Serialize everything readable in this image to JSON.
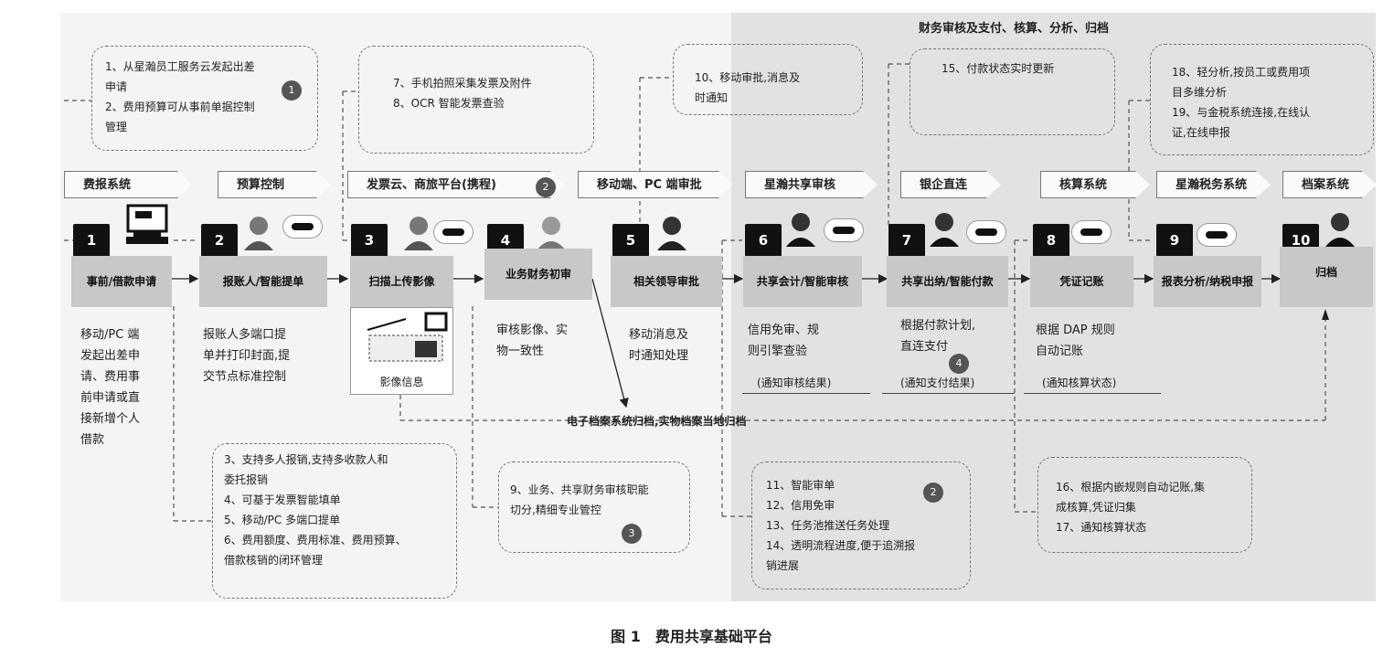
{
  "top_title": "财务审核及支付、核算、分析、归档",
  "headers": [
    "费报系统",
    "预算控制",
    "发票云、商旅平台(携程)",
    "移动端、PC 端审批",
    "星瀚共享审核",
    "银企直连",
    "核算系统",
    "星瀚税务系统",
    "档案系统"
  ],
  "steps": [
    {
      "num": "1",
      "label": "事前/借款申请"
    },
    {
      "num": "2",
      "label": "报账人/智能提单"
    },
    {
      "num": "3",
      "label": "扫描上传影像"
    },
    {
      "num": "4",
      "label": "业务财务初审"
    },
    {
      "num": "5",
      "label": "相关领导审批"
    },
    {
      "num": "6",
      "label": "共享会计/智能审核"
    },
    {
      "num": "7",
      "label": "共享出纳/智能付款"
    },
    {
      "num": "8",
      "label": "凭证记账"
    },
    {
      "num": "9",
      "label": "报表分析/纳税申报"
    },
    {
      "num": "10",
      "label": "归档"
    }
  ],
  "descriptions": {
    "d1": [
      "移动/PC 端",
      "发起出差申",
      "请、费用事",
      "前申请或直",
      "接新增个人",
      "借款"
    ],
    "d2": [
      "报账人多端口提",
      "单并打印封面,提",
      "交节点标准控制"
    ],
    "d4": [
      "审核影像、实",
      "物一致性"
    ],
    "d5": [
      "移动消息及",
      "时通知处理"
    ],
    "d6": [
      "信用免审、规",
      "则引擎查验"
    ],
    "d7": [
      "根据付款计划,",
      "直连支付"
    ],
    "d8": [
      "根据 DAP 规则",
      "自动记账"
    ]
  },
  "image_info": "影像信息",
  "notifications": [
    "(通知审核结果)",
    "(通知支付结果)",
    "(通知核算状态)"
  ],
  "notes": {
    "n1": [
      "1、从星瀚员工服务云发起出差",
      "申请",
      "2、费用预算可从事前单据控制",
      "管理"
    ],
    "n7": [
      "7、手机拍照采集发票及附件",
      "8、OCR 智能发票查验"
    ],
    "n10": [
      "10、移动审批,消息及",
      "时通知"
    ],
    "n15": [
      "15、付款状态实时更新"
    ],
    "n18": [
      "18、轻分析,按员工或费用项",
      "目多维分析",
      "19、与金税系统连接,在线认",
      "证,在线申报"
    ],
    "n3": [
      "3、支持多人报销,支持多收款人和",
      "委托报销",
      "4、可基于发票智能填单",
      "5、移动/PC 多端口提单",
      "6、费用额度、费用标准、费用预算、",
      "借款核销的闭环管理"
    ],
    "n9": [
      "9、业务、共享财务审核职能",
      "切分,精细专业管控"
    ],
    "n11": [
      "11、智能审单",
      "12、信用免审",
      "13、任务池推送任务处理",
      "14、透明流程进度,便于追溯报",
      "销进展"
    ],
    "n16": [
      "16、根据内嵌规则自动记账,集",
      "成核算,凭证归集",
      "17、通知核算状态"
    ]
  },
  "circles": [
    "1",
    "2",
    "3",
    "2",
    "4"
  ],
  "bottom_text": "电子档案系统归档,实物档案当地归档",
  "caption": "图 1　费用共享基础平台"
}
